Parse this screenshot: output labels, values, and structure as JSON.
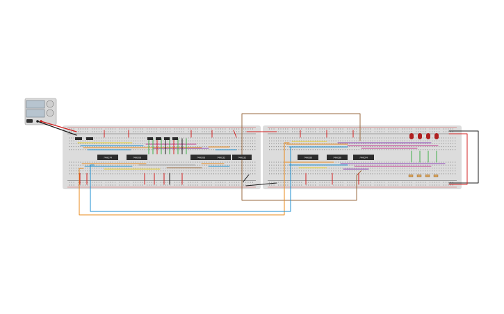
{
  "canvas": {
    "background": "#ffffff"
  },
  "colors": {
    "board": "#dcdcdc",
    "hole": "#7f7f7f",
    "rail_red": "#d32020",
    "rail_black": "#222222",
    "chip": "#2c2c2c",
    "wire_blue": "#1d8fd1",
    "wire_orange": "#e8891a",
    "wire_brown": "#9a6a3f",
    "wire_red": "#d32020",
    "wire_black": "#1c1c1c",
    "wire_purple": "#8a3fb5",
    "wire_magenta": "#c0398e",
    "wire_yellow": "#e8cf2a",
    "wire_green": "#3fae49",
    "wire_gray": "#9a9a9a",
    "led_red": "#b02020"
  },
  "power_supply": {
    "icon": "power-supply-icon",
    "display_top": "",
    "display_bottom": ""
  },
  "chips": [
    {
      "label": "74HC74"
    },
    {
      "label": "74HC08"
    },
    {
      "label": "74HC08"
    },
    {
      "label": "74HC32"
    },
    {
      "label": "74HC32"
    },
    {
      "label": "74HC86"
    },
    {
      "label": "74HC86"
    },
    {
      "label": "74HC04"
    }
  ],
  "leds": {
    "count": 4,
    "icon": "led-icon"
  }
}
